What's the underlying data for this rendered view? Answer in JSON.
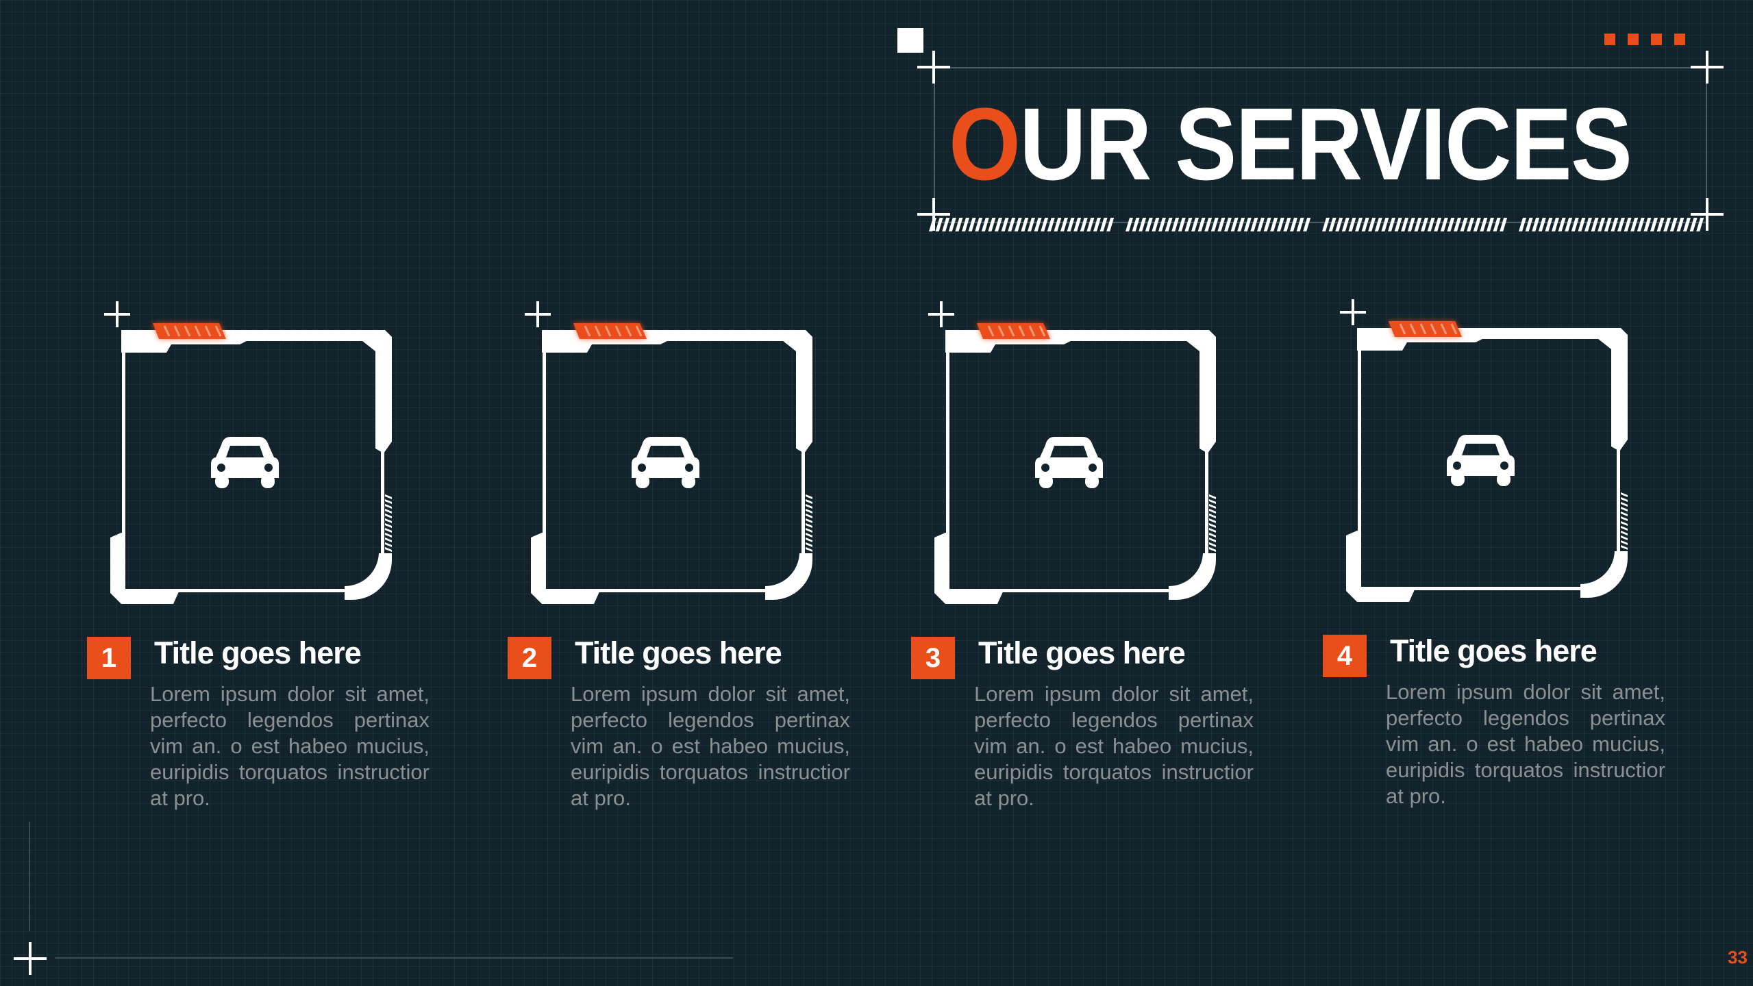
{
  "header": {
    "title_first_letter": "O",
    "title_rest": "UR SERVICES"
  },
  "colors": {
    "accent": "#e94e1b",
    "background": "#13232b",
    "text": "#ffffff",
    "body_text": "#8a9094"
  },
  "services": [
    {
      "number": "1",
      "title": "Title goes here",
      "body": "Lorem ipsum dolor sit amet, perfecto legendos pertinax vim an. o est habeo mucius, euripidis torquatos instructior at pro.",
      "icon": "car-icon"
    },
    {
      "number": "2",
      "title": "Title goes here",
      "body": "Lorem ipsum dolor sit amet, perfecto legendos pertinax vim an. o est habeo mucius, euripidis torquatos instructior at pro.",
      "icon": "car-icon"
    },
    {
      "number": "3",
      "title": "Title goes here",
      "body": "Lorem ipsum dolor sit amet, perfecto legendos pertinax vim an. o est habeo mucius, euripidis torquatos instructior at pro.",
      "icon": "car-icon"
    },
    {
      "number": "4",
      "title": "Title goes here",
      "body": "Lorem ipsum dolor sit amet, perfecto legendos pertinax vim an. o est habeo mucius, euripidis torquatos instructior at pro.",
      "icon": "car-icon"
    }
  ],
  "footer": {
    "page_number": "33"
  }
}
